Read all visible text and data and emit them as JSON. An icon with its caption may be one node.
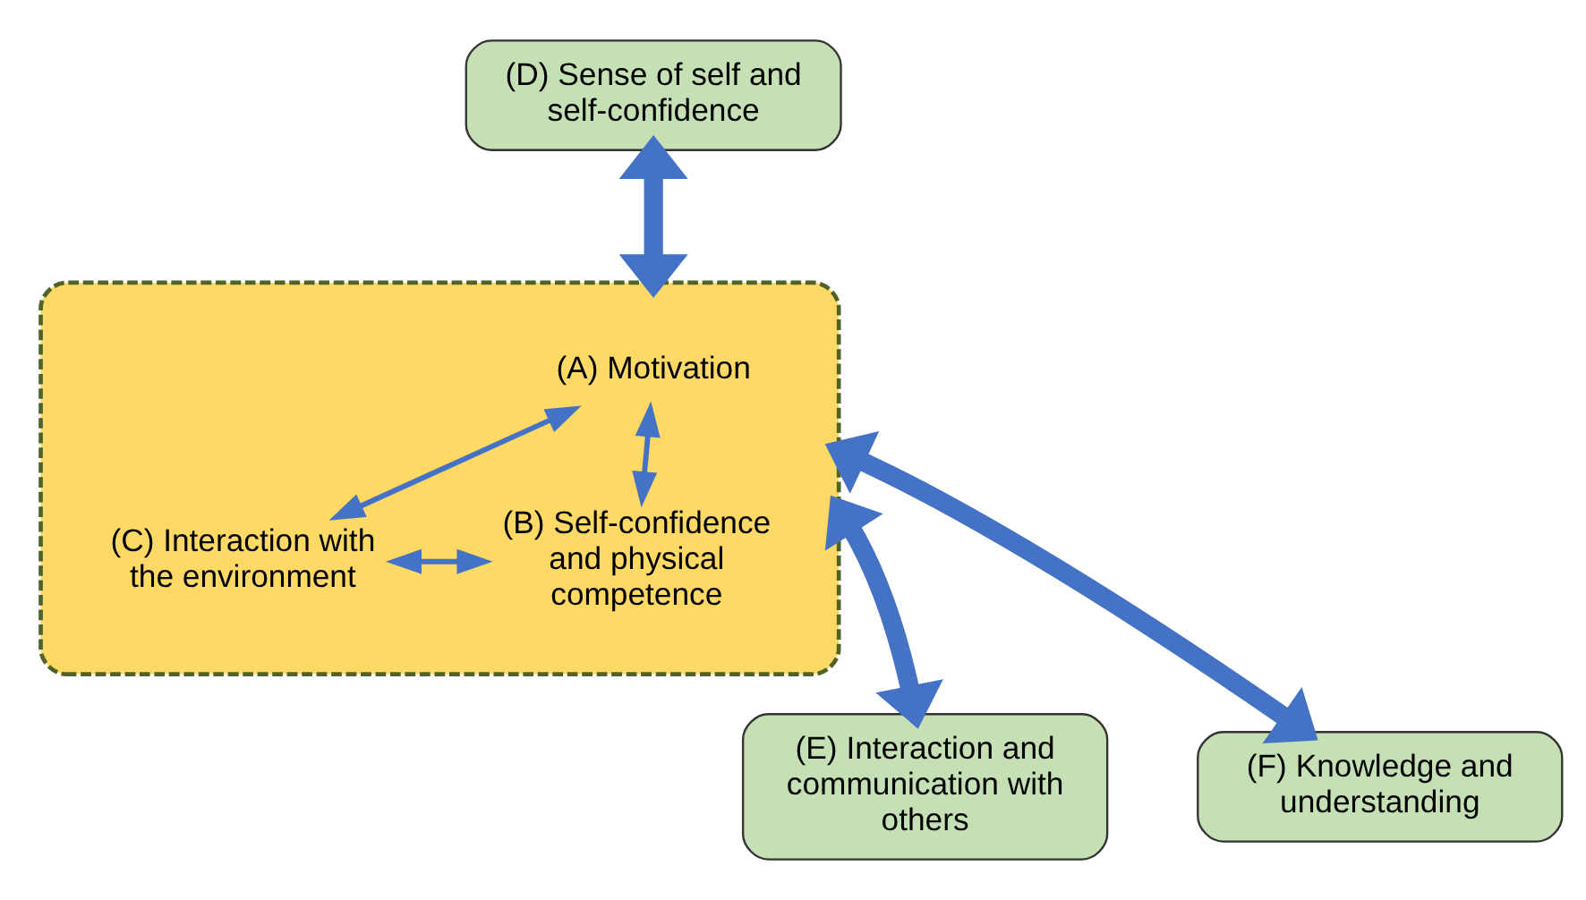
{
  "diagram": {
    "nodes": [
      {
        "text": [
          "(D) Sense of self and self-confidence"
        ]
      },
      {
        "text": [],
        "shape": "ellipse"
      },
      {
        "text": [
          "(A) Motivation"
        ],
        "in": 1
      },
      {
        "text": [
          "(C) Interaction with the environment"
        ],
        "in": 1
      },
      {
        "text": [
          "(B) Self-confidence and physical competence"
        ],
        "in": 1
      },
      {
        "text": [
          "(E) Interaction and communication with others"
        ]
      },
      {
        "text": [
          "(F) Knowledge and understanding"
        ]
      }
    ],
    "edges": [
      {
        "from": 0,
        "to": 1,
        "arrow": "both",
        "style": "thick"
      },
      {
        "from": 2,
        "to": 3,
        "arrow": "both"
      },
      {
        "from": 2,
        "to": 4,
        "arrow": "both"
      },
      {
        "from": 3,
        "to": 4,
        "arrow": "both"
      },
      {
        "from": 5,
        "to": 1,
        "arrow": "both",
        "style": "thick"
      },
      {
        "from": 6,
        "to": 1,
        "arrow": "both",
        "style": "thick"
      }
    ]
  }
}
